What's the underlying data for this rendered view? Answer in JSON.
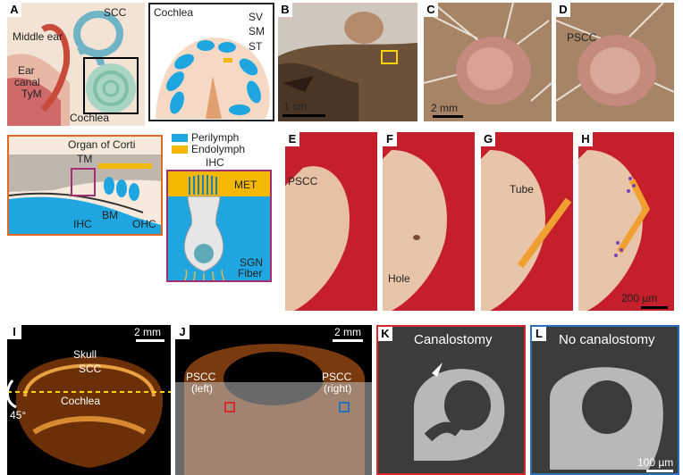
{
  "panels": {
    "A": {
      "label": "A",
      "scc": "SCC",
      "middle_ear": "Middle ear",
      "ear_canal_1": "Ear",
      "ear_canal_2": "canal",
      "tym": "TyM",
      "cochlea": "Cochlea",
      "inset_title": "Cochlea",
      "sv": "SV",
      "sm": "SM",
      "st": "ST"
    },
    "B": {
      "label": "B",
      "scale": "1 cm"
    },
    "C": {
      "label": "C",
      "scale": "2 mm"
    },
    "D": {
      "label": "D",
      "pscc": "PSCC"
    },
    "corti": {
      "title": "Organ of Corti",
      "tm": "TM",
      "ihc": "IHC",
      "bm": "BM",
      "ohc": "OHC"
    },
    "legend": {
      "perilymph": "Perilymph",
      "endolymph": "Endolymph",
      "perilymph_color": "#1fa6e0",
      "endolymph_color": "#f5b800"
    },
    "ihc_cell": {
      "title": "IHC",
      "met": "MET",
      "sgn": "SGN",
      "fiber": "Fiber"
    },
    "E": {
      "label": "E",
      "pscc": "PSCC"
    },
    "F": {
      "label": "F",
      "hole": "Hole"
    },
    "G": {
      "label": "G",
      "tube": "Tube"
    },
    "H": {
      "label": "H",
      "scale": "200 µm"
    },
    "I": {
      "label": "I",
      "skull": "Skull",
      "scc": "SCC",
      "cochlea": "Cochlea",
      "angle": "45°",
      "scale": "2 mm"
    },
    "J": {
      "label": "J",
      "scale": "2 mm",
      "left_1": "PSCC",
      "left_2": "(left)",
      "right_1": "PSCC",
      "right_2": "(right)"
    },
    "K": {
      "label": "K",
      "title": "Canalostomy",
      "border": "#d62a2a"
    },
    "L": {
      "label": "L",
      "title": "No canalostomy",
      "scale": "100 µm",
      "border": "#2a6fb8"
    }
  }
}
